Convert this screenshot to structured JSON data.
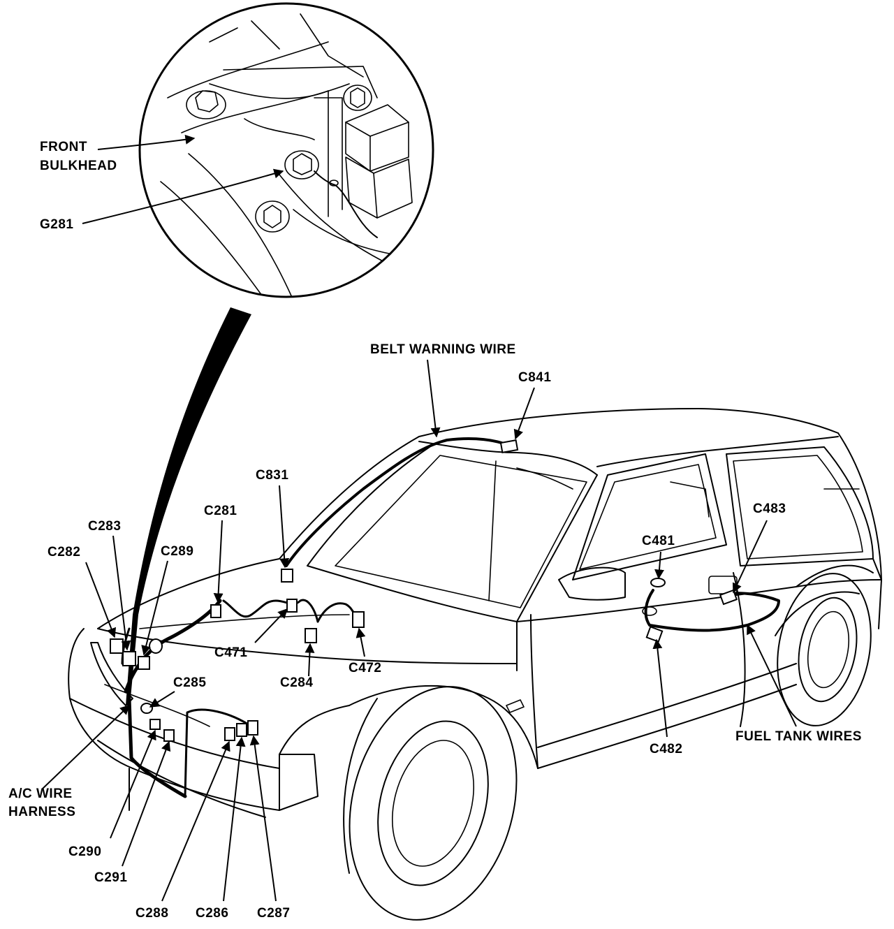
{
  "labels": {
    "front_bulkhead_line1": "FRONT",
    "front_bulkhead_line2": "BULKHEAD",
    "g281": "G281",
    "belt_warning_wire": "BELT WARNING WIRE",
    "c841": "C841",
    "c831": "C831",
    "c281": "C281",
    "c283": "C283",
    "c282": "C282",
    "c289": "C289",
    "c285": "C285",
    "c471": "C471",
    "c284": "C284",
    "c472": "C472",
    "c481": "C481",
    "c483": "C483",
    "c482": "C482",
    "fuel_tank_wires": "FUEL TANK WIRES",
    "ac_harness_line1": "A/C WIRE",
    "ac_harness_line2": "HARNESS",
    "c290": "C290",
    "c291": "C291",
    "c288": "C288",
    "c286": "C286",
    "c287": "C287"
  },
  "colors": {
    "ink": "#000000",
    "paper": "#ffffff"
  }
}
